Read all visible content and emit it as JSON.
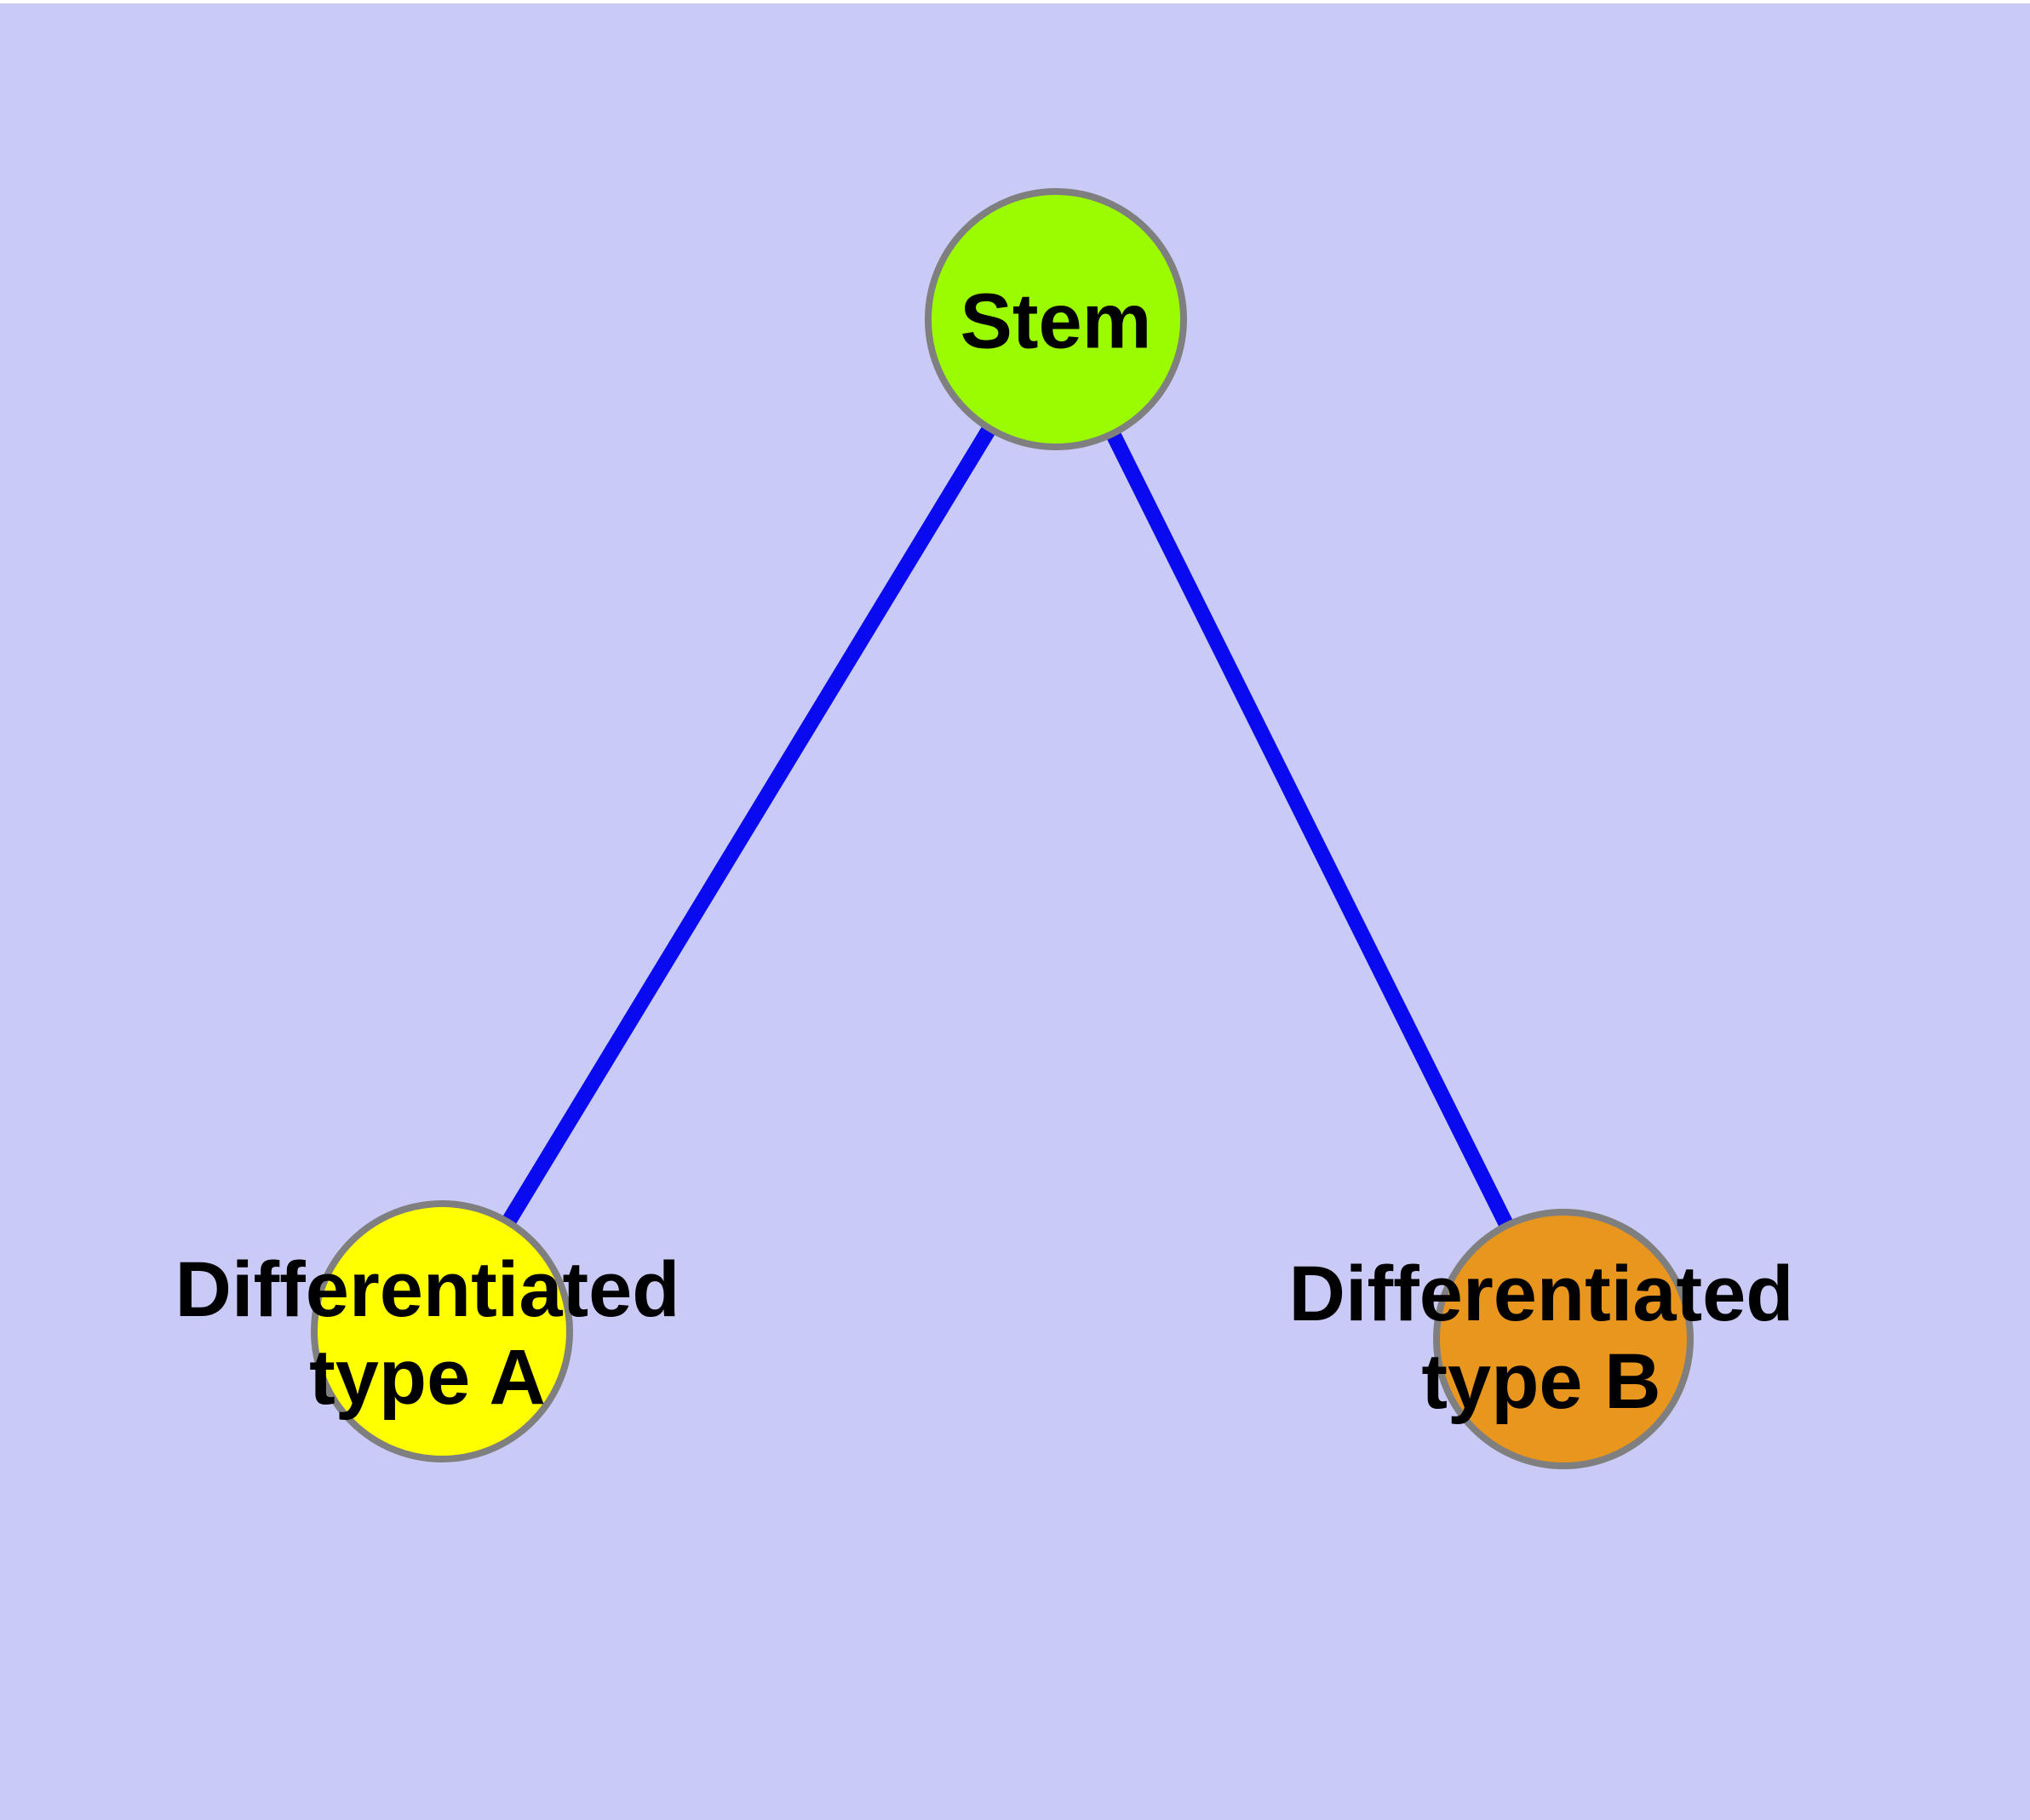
{
  "diagram": {
    "background_color": "#cacaf6",
    "top_margin_color": "#ffffff",
    "edge_color": "#0a0af0",
    "node_border_color": "#7f7f7f",
    "nodes": [
      {
        "id": "stem",
        "label": "Stem",
        "fill": "#9bfb00"
      },
      {
        "id": "differentiated-type-a",
        "label_line1": "Differentiated",
        "label_line2": "type A",
        "fill": "#ffff00"
      },
      {
        "id": "differentiated-type-b",
        "label_line1": "Differentiated",
        "label_line2": "type B",
        "fill": "#e8961e"
      }
    ],
    "edges": [
      {
        "from": "Stem",
        "to": "Differentiated type A"
      },
      {
        "from": "Stem",
        "to": "Differentiated type B"
      }
    ]
  }
}
